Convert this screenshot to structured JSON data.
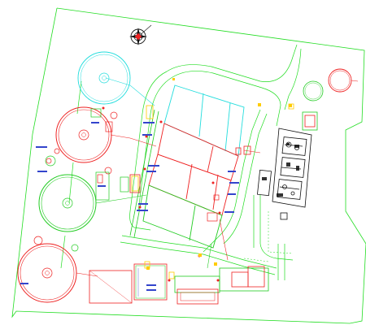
{
  "colors": {
    "background": "#ffffff",
    "site_boundary": "#22dd22",
    "road": "#22dd22",
    "tank_red": "#ee2222",
    "tank_green": "#22cc22",
    "tank_cyan": "#22dddd",
    "building_black": "#111111",
    "annotation_blue": "#3344cc",
    "highlight_yellow": "#ffcc00"
  },
  "icons": {
    "north_arrow": "compass-north-icon"
  },
  "layers": {
    "site_boundary": "green polyline",
    "clarifiers": [
      "cyan-clarifier",
      "red-clarifier-1",
      "green-clarifier",
      "red-clarifier-2",
      "red-clarifier-ne"
    ],
    "process_basins": [
      "cyan-basin",
      "red-basin-1",
      "red-basin-2",
      "green-basin"
    ],
    "buildings": [
      "admin-building",
      "pump-building-south",
      "blower-building"
    ]
  }
}
